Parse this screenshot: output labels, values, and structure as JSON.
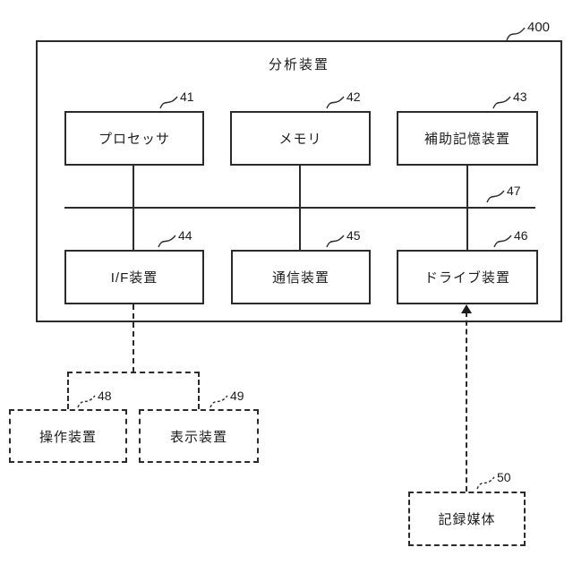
{
  "diagram": {
    "figure_ref": "400",
    "device_title": "分析装置",
    "internal_components": {
      "processor": {
        "ref": "41",
        "label": "プロセッサ"
      },
      "memory": {
        "ref": "42",
        "label": "メモリ"
      },
      "aux_storage": {
        "ref": "43",
        "label": "補助記憶装置"
      },
      "if_device": {
        "ref": "44",
        "label": "I/F装置"
      },
      "comm_device": {
        "ref": "45",
        "label": "通信装置"
      },
      "drive_device": {
        "ref": "46",
        "label": "ドライブ装置"
      }
    },
    "bus": {
      "ref": "47"
    },
    "external_components": {
      "operation_device": {
        "ref": "48",
        "label": "操作装置"
      },
      "display_device": {
        "ref": "49",
        "label": "表示装置"
      },
      "recording_medium": {
        "ref": "50",
        "label": "記録媒体"
      }
    },
    "colors": {
      "line": "#2b2b2b",
      "background": "#ffffff"
    }
  }
}
